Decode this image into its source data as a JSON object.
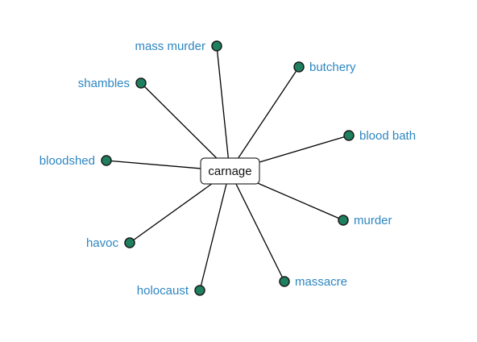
{
  "graph": {
    "center": {
      "label": "carnage"
    },
    "nodes": [
      {
        "label": "mass murder"
      },
      {
        "label": "butchery"
      },
      {
        "label": "shambles"
      },
      {
        "label": "blood bath"
      },
      {
        "label": "bloodshed"
      },
      {
        "label": "murder"
      },
      {
        "label": "havoc"
      },
      {
        "label": "massacre"
      },
      {
        "label": "holocaust"
      }
    ]
  },
  "colors": {
    "label": "#2e86c1",
    "node_fill": "#1e8060",
    "edge": "#000000"
  }
}
